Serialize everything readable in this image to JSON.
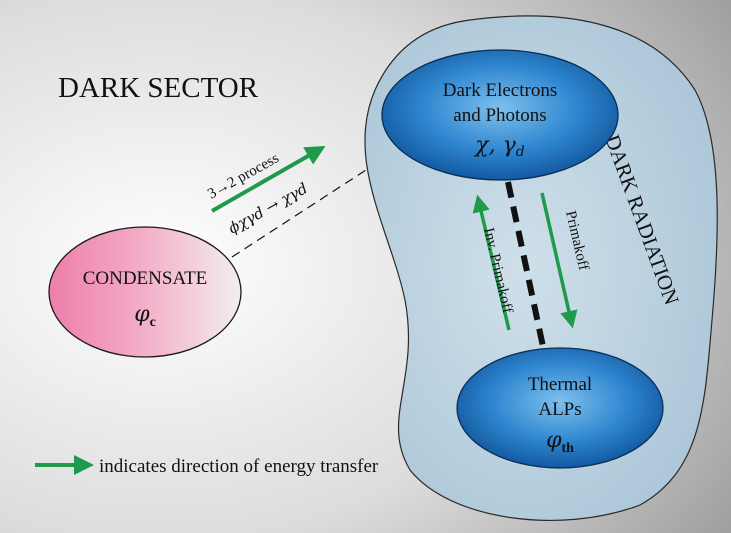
{
  "title": "DARK SECTOR",
  "region_label": "DARK RADIATION",
  "nodes": {
    "condensate": {
      "label": "CONDENSATE",
      "symbol": "φ",
      "subscript": "c"
    },
    "dark_particles": {
      "line1": "Dark Electrons",
      "line2": "and Photons",
      "symbols": "χ, γ",
      "symbols_sub": "d"
    },
    "thermal_alps": {
      "line1": "Thermal",
      "line2": "ALPs",
      "symbol": "φ",
      "subscript": "th"
    }
  },
  "edges": {
    "process": {
      "label": "3→2 process",
      "reaction": "ϕχγd → χγd"
    },
    "primakoff": {
      "label": "Primakoff"
    },
    "inv_primakoff": {
      "label": "Inv. Primakoff"
    }
  },
  "legend": {
    "text": "indicates direction of energy transfer"
  },
  "colors": {
    "arrow": "#1f9a4b",
    "condensate_fill": "#f08cb4",
    "blob_fill": "#b9d3e3",
    "node_fill": "#1f78c8"
  }
}
